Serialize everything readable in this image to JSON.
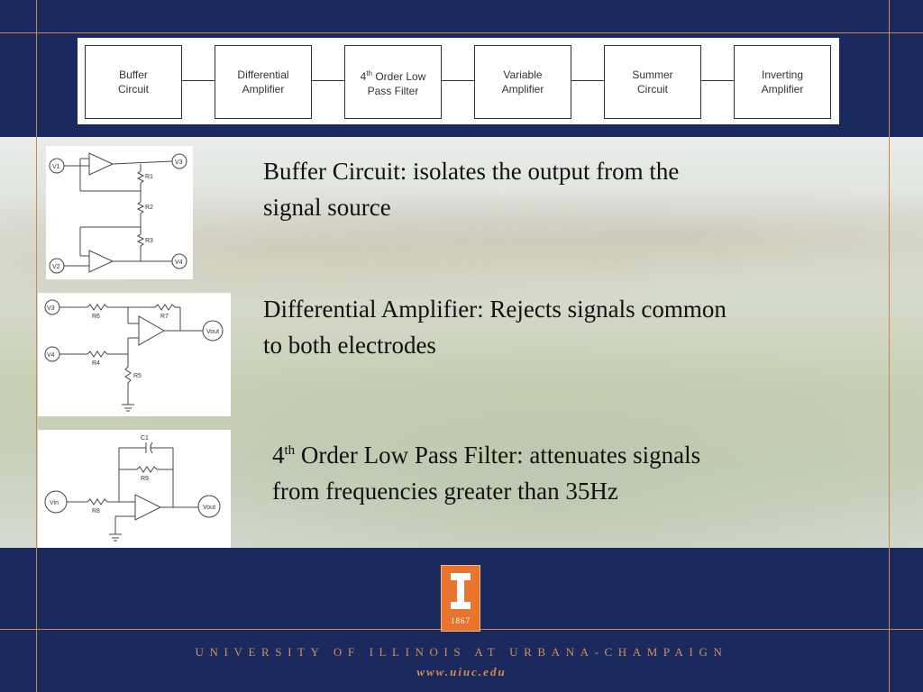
{
  "block_diagram": {
    "blocks": [
      {
        "label": "Buffer\nCircuit"
      },
      {
        "label": "Differential\nAmplifier"
      },
      {
        "label_pre": "4",
        "label_sup": "th",
        "label_post": " Order Low\nPass Filter"
      },
      {
        "label": "Variable\nAmplifier"
      },
      {
        "label": "Summer\nCircuit"
      },
      {
        "label": "Inverting\nAmplifier"
      }
    ]
  },
  "schematics": {
    "buffer": {
      "v1": "V1",
      "v2": "V2",
      "v3": "V3",
      "v4": "V4",
      "r1": "R1",
      "r2": "R2",
      "r3": "R3"
    },
    "differential": {
      "v3": "V3",
      "v4": "V4",
      "vout": "Vout",
      "r4": "R4",
      "r5": "R5",
      "r6": "R6",
      "r7": "R7"
    },
    "lowpass": {
      "vin": "Vin",
      "vout": "Vout",
      "c1": "C1",
      "r8": "R8",
      "r9": "R9"
    }
  },
  "descriptions": {
    "buffer": {
      "line1": "Buffer Circuit: isolates the output from the",
      "line2": "signal source"
    },
    "differential": {
      "line1": "Differential Amplifier: Rejects signals common",
      "line2": "to both electrodes"
    },
    "lowpass": {
      "pre": "4",
      "sup": "th",
      "line1_rest": " Order Low Pass Filter: attenuates signals",
      "line2": "from frequencies greater than 35Hz"
    }
  },
  "footer": {
    "logo_year": "1867",
    "university": "UNIVERSITY OF ILLINOIS AT URBANA-CHAMPAIGN",
    "url": "www.uiuc.edu"
  },
  "colors": {
    "navy": "#1b2a5e",
    "orange": "#e8742e",
    "rule": "#c98a4b"
  }
}
